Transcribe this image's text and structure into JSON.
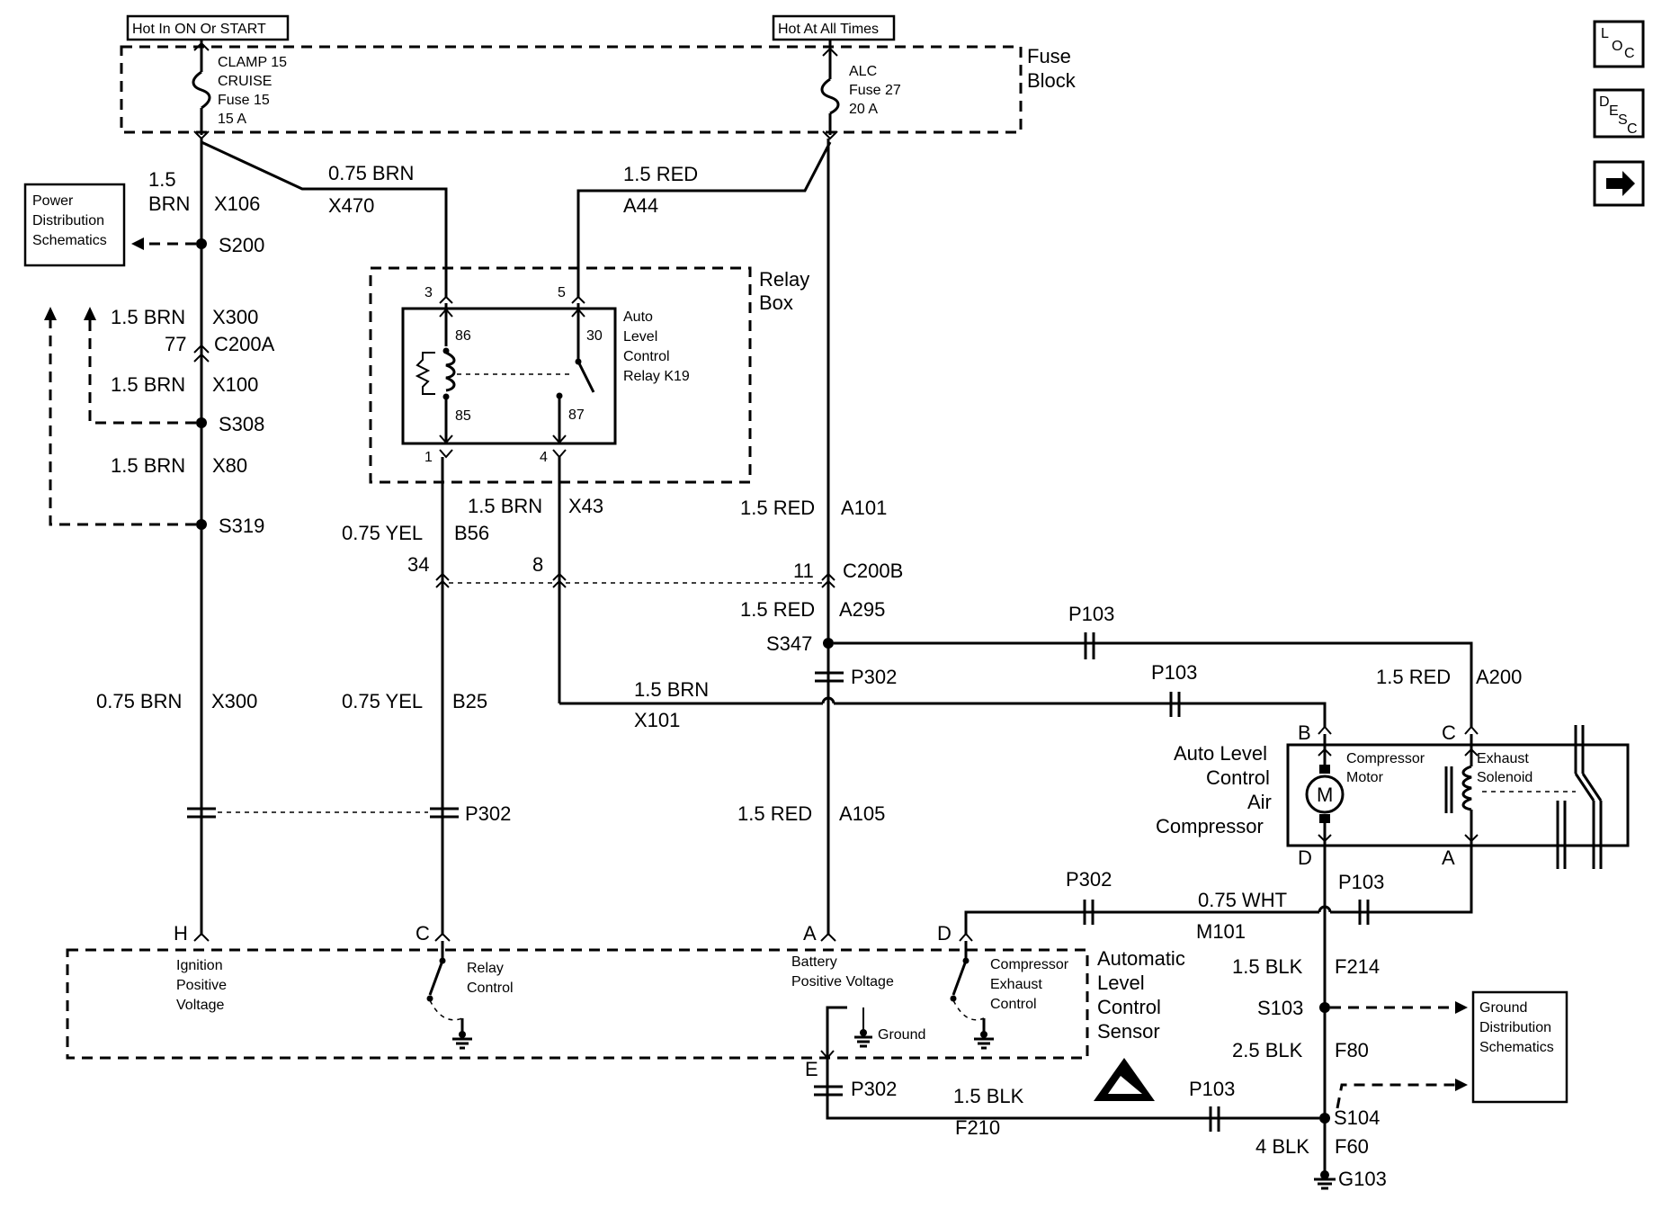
{
  "supply": {
    "hot_in_on_or_start": "Hot In ON Or START",
    "hot_at_all_times": "Hot At All Times"
  },
  "fuse_block": {
    "title_1": "Fuse",
    "title_2": "Block",
    "fuse15": [
      "CLAMP 15",
      "CRUISE",
      "Fuse 15",
      "15 A"
    ],
    "fuse27": [
      "ALC",
      "Fuse 27",
      "20 A"
    ]
  },
  "power_distribution": [
    "Power",
    "Distribution",
    "Schematics"
  ],
  "ground_distribution": [
    "Ground",
    "Distribution",
    "Schematics"
  ],
  "relay_box": {
    "title_1": "Relay",
    "title_2": "Box",
    "relay_name": [
      "Auto",
      "Level",
      "Control",
      "Relay K19"
    ],
    "pins": {
      "p3": "3",
      "p5": "5",
      "p1": "1",
      "p4": "4",
      "p86": "86",
      "p85": "85",
      "p30": "30",
      "p87": "87"
    }
  },
  "wires": {
    "w1_5_brn_a": "1.5",
    "w1_5_brn_b": "BRN",
    "x106": "X106",
    "s200": "S200",
    "w075brn_top": "0.75 BRN",
    "x470": "X470",
    "w15red_top": "1.5 RED",
    "a44": "A44",
    "w15brn_x300": "1.5 BRN",
    "x300_top": "X300",
    "pin77": "77",
    "c200a": "C200A",
    "w15brn_x100": "1.5 BRN",
    "x100": "X100",
    "s308": "S308",
    "w15brn_x80": "1.5 BRN",
    "x80": "X80",
    "s319": "S319",
    "w15brn_x43": "1.5 BRN",
    "x43": "X43",
    "w075yel_b56": "0.75 YEL",
    "b56": "B56",
    "w15red_a101": "1.5 RED",
    "a101": "A101",
    "pin34": "34",
    "pin8": "8",
    "pin11": "11",
    "c200b": "C200B",
    "w15red_a295": "1.5 RED",
    "a295": "A295",
    "s347": "S347",
    "p103_top": "P103",
    "p302_mid": "P302",
    "p103_mid": "P103",
    "w15brn_x101": "1.5 BRN",
    "x101": "X101",
    "w15red_a200": "1.5 RED",
    "a200": "A200",
    "w075brn_x300": "0.75 BRN",
    "x300_low": "X300",
    "w075yel_b25": "0.75 YEL",
    "b25": "B25",
    "p302_left": "P302",
    "w15red_a105": "1.5 RED",
    "a105": "A105",
    "p302_low": "P302",
    "w075wht": "0.75 WHT",
    "m101": "M101",
    "p103_low": "P103",
    "w15blk_f214": "1.5 BLK",
    "f214": "F214",
    "s103": "S103",
    "w25blk_f80": "2.5 BLK",
    "f80": "F80",
    "p302_e": "P302",
    "w15blk_f210": "1.5 BLK",
    "f210": "F210",
    "p103_f210": "P103",
    "s104": "S104",
    "w4blk_f60": "4 BLK",
    "f60": "F60",
    "g103": "G103"
  },
  "compressor": {
    "title": [
      "Auto Level",
      "Control",
      "Air",
      "Compressor"
    ],
    "motor_label": [
      "Compressor",
      "Motor"
    ],
    "motor_symbol": "M",
    "solenoid_label": [
      "Exhaust",
      "Solenoid"
    ],
    "pins": {
      "b": "B",
      "c": "C",
      "d": "D",
      "a": "A"
    }
  },
  "sensor": {
    "title": [
      "Automatic",
      "Level",
      "Control",
      "Sensor"
    ],
    "ignition": [
      "Ignition",
      "Positive",
      "Voltage"
    ],
    "relay_control": [
      "Relay",
      "Control"
    ],
    "battery": [
      "Battery",
      "Positive Voltage"
    ],
    "ground": "Ground",
    "exhaust_control": [
      "Compressor",
      "Exhaust",
      "Control"
    ],
    "pins": {
      "h": "H",
      "c": "C",
      "a": "A",
      "d": "D",
      "e": "E"
    }
  },
  "nav": {
    "loc": [
      "L",
      "O",
      "C"
    ],
    "desc": [
      "D",
      "E",
      "S",
      "C"
    ],
    "next_icon": "arrow-right-icon"
  }
}
